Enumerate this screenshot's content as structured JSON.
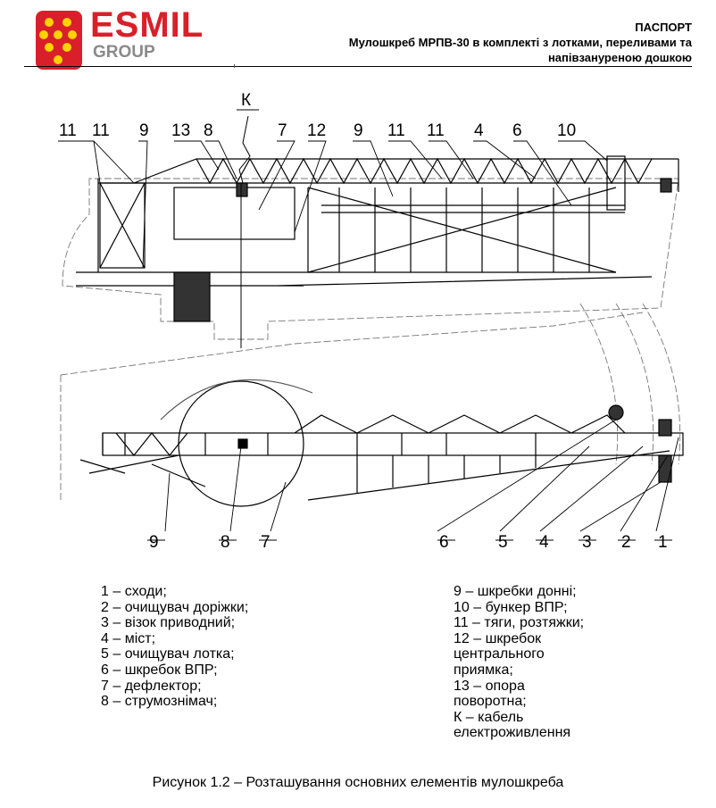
{
  "logo": {
    "brand": "ESMIL",
    "sub": "GROUP",
    "color": "#d9202a",
    "dot_color": "#ffd200"
  },
  "header": {
    "title": "ПАСПОРТ",
    "line1": "Мулошкреб МРПВ-30 в комплекті з лотками,  переливами та",
    "line2": "напівзануреною дошкою"
  },
  "drawing": {
    "top_labels": [
      "11",
      "11",
      "9",
      "13",
      "8",
      "К",
      "7",
      "12",
      "9",
      "11",
      "11",
      "4",
      "6",
      "10"
    ],
    "bottom_labels": [
      "9",
      "8",
      "7",
      "6",
      "5",
      "4",
      "3",
      "2",
      "1"
    ]
  },
  "legend": {
    "left": [
      "1 – сходи;",
      "2 – очищувач доріжки;",
      "3 – візок приводний;",
      "4 – міст;",
      "5 – очищувач лотка;",
      "6 – шкребок ВПР;",
      "7 – дефлектор;",
      "8 – струмознімач;"
    ],
    "right": [
      "9 – шкребки донні;",
      "10 – бункер ВПР;",
      "11 – тяги, розтяжки;",
      "12 – шкребок",
      "центрального",
      "приямка;",
      "13 – опора",
      "поворотна;",
      "К – кабель",
      "електроживлення"
    ]
  },
  "caption": "Рисунок 1.2 – Розташування основних елементів мулошкреба"
}
